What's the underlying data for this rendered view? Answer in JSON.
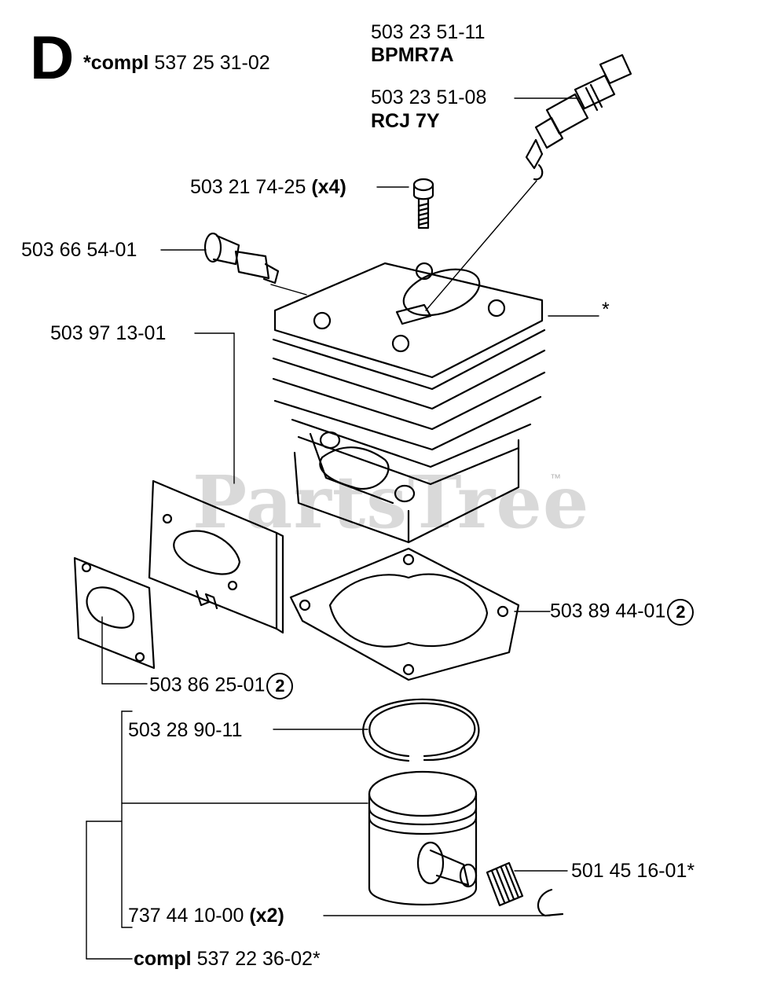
{
  "section": {
    "letter": "D",
    "assembly_prefix": "*compl",
    "assembly_number": "537 25 31-02"
  },
  "watermark": {
    "text": "PartsTree",
    "tm": "™"
  },
  "parts": {
    "spark_plug_1": {
      "number": "503 23 51-11",
      "model": "BPMR7A"
    },
    "spark_plug_2": {
      "number": "503 23 51-08",
      "model": "RCJ 7Y"
    },
    "screw": {
      "number": "503 21 74-25",
      "qty": "(x4)"
    },
    "valve": {
      "number": "503 66 54-01"
    },
    "cylinder_star": {
      "number": "*"
    },
    "plate": {
      "number": "503 97 13-01"
    },
    "cylinder_gasket": {
      "number": "503 89 44-01",
      "badge": "2"
    },
    "muffler_gasket": {
      "number": "503 86 25-01",
      "badge": "2"
    },
    "ring": {
      "number": "503 28 90-11"
    },
    "bearing": {
      "number": "501 45 16-01*"
    },
    "circlip": {
      "number": "737 44 10-00",
      "qty": "(x2)"
    },
    "piston_kit": {
      "prefix": "compl",
      "number": "537 22 36-02*"
    }
  }
}
